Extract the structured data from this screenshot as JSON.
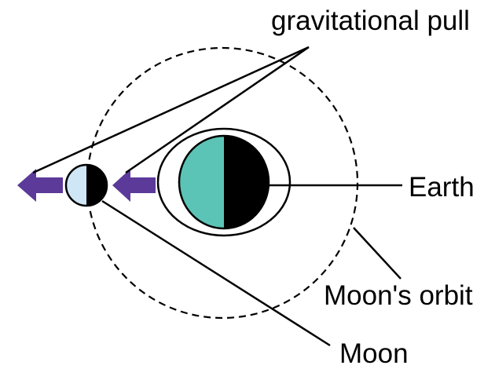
{
  "labels": {
    "gravitational_pull": "gravitational pull",
    "earth": "Earth",
    "moons_orbit": "Moon's orbit",
    "moon": "Moon"
  },
  "colors": {
    "earth_lit": "#5bc4b6",
    "moon_lit": "#cfe6f7",
    "dark_side": "#000000",
    "arrow": "#5b3a99",
    "line": "#000000",
    "background": "#ffffff"
  }
}
